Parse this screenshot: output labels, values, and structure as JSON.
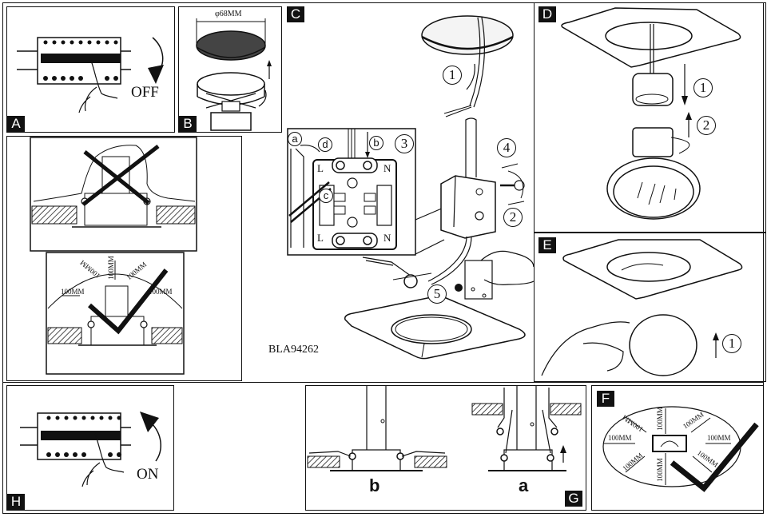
{
  "document": {
    "model_number": "BLA94262",
    "steps": {
      "A": {
        "tag": "A",
        "switch_label": "OFF"
      },
      "B": {
        "tag": "B",
        "cutout_label": "φ68MM"
      },
      "C": {
        "tag": "C",
        "step1": "1",
        "step2": "2",
        "step3": "3",
        "step4": "4",
        "step5": "5",
        "terminal_labels": {
          "top_left": "L",
          "top_right": "N",
          "bottom_left": "L",
          "bottom_right": "N"
        },
        "callouts": {
          "a": "a",
          "b": "b",
          "c": "c",
          "d": "d"
        }
      },
      "D": {
        "tag": "D",
        "step1": "1",
        "step2": "2"
      },
      "E": {
        "tag": "E",
        "step1": "1"
      },
      "clearance": {
        "labels": [
          "100MM",
          "100MM",
          "100MM",
          "100MM",
          "100MM"
        ]
      },
      "F": {
        "tag": "F",
        "labels": [
          "100MM",
          "100MM",
          "100MM",
          "100MM",
          "100MM",
          "100MM",
          "100MM",
          "100MM"
        ]
      },
      "G": {
        "tag": "G",
        "label_b": "b",
        "label_a": "a"
      },
      "H": {
        "tag": "H",
        "switch_label": "ON"
      }
    }
  }
}
